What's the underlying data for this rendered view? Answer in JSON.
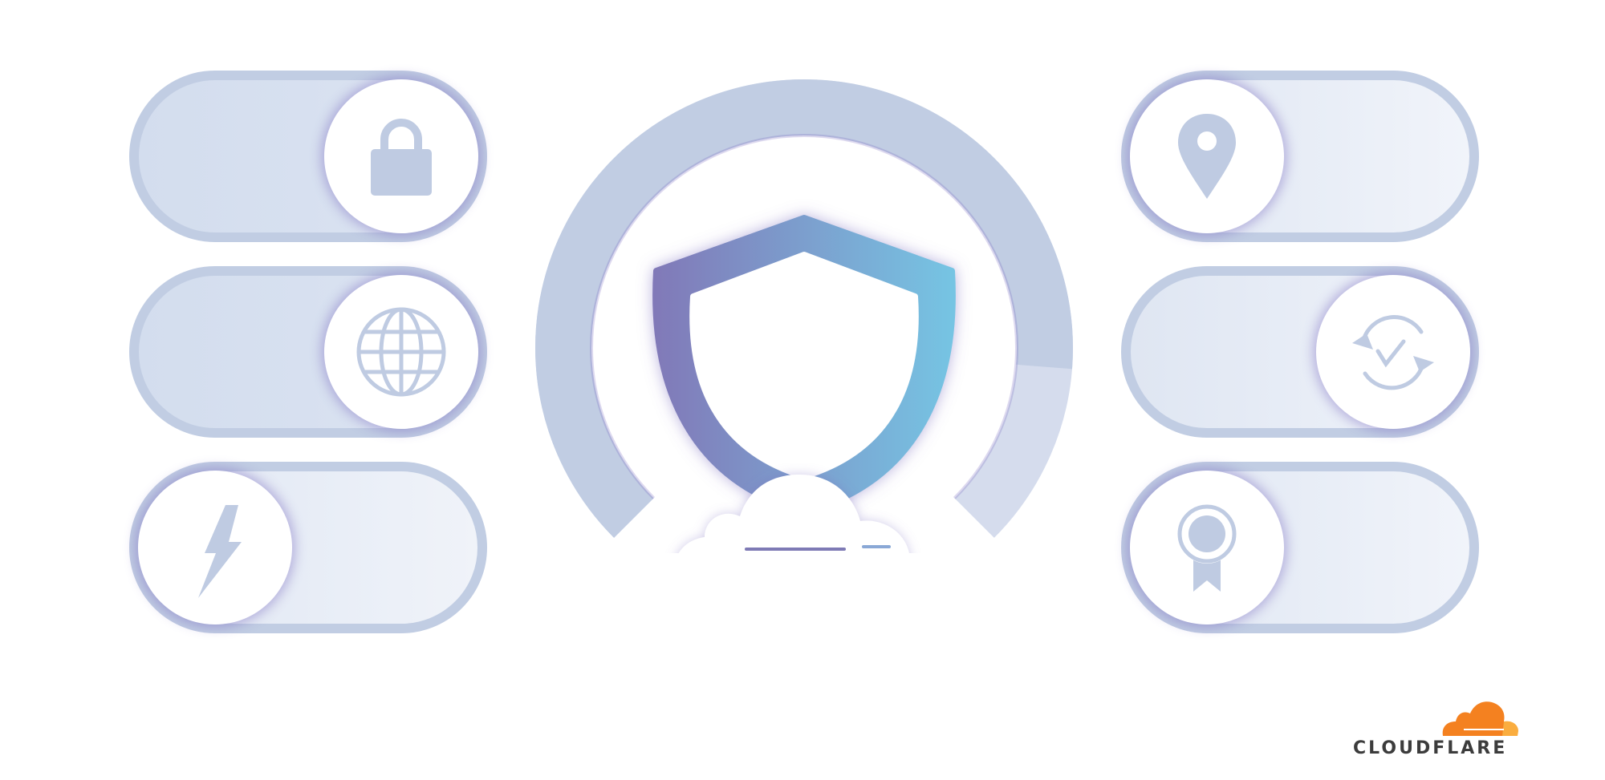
{
  "colors": {
    "track": "#c1cde3",
    "icon": "#bfcbe2",
    "shield_gradient_start": "#8179b8",
    "shield_gradient_end": "#76c4e3",
    "glow": "#7869be",
    "brand_orange": "#f48120",
    "brand_light_orange": "#faad3f",
    "logo_text": "#3c3c3c"
  },
  "toggles": [
    {
      "id": "lock",
      "icon": "lock-icon",
      "state": "on"
    },
    {
      "id": "globe",
      "icon": "globe-icon",
      "state": "on"
    },
    {
      "id": "lightning",
      "icon": "lightning-bolt-icon",
      "state": "off"
    },
    {
      "id": "location",
      "icon": "location-pin-icon",
      "state": "off"
    },
    {
      "id": "sync",
      "icon": "sync-check-icon",
      "state": "on"
    },
    {
      "id": "badge",
      "icon": "award-badge-icon",
      "state": "off"
    }
  ],
  "gauge": {
    "level": 0.85,
    "icon": "shield-icon",
    "base_icon": "cloud-icon"
  },
  "brand": {
    "name": "CLOUDFLARE",
    "logo_icon": "cloudflare-cloud-icon"
  }
}
